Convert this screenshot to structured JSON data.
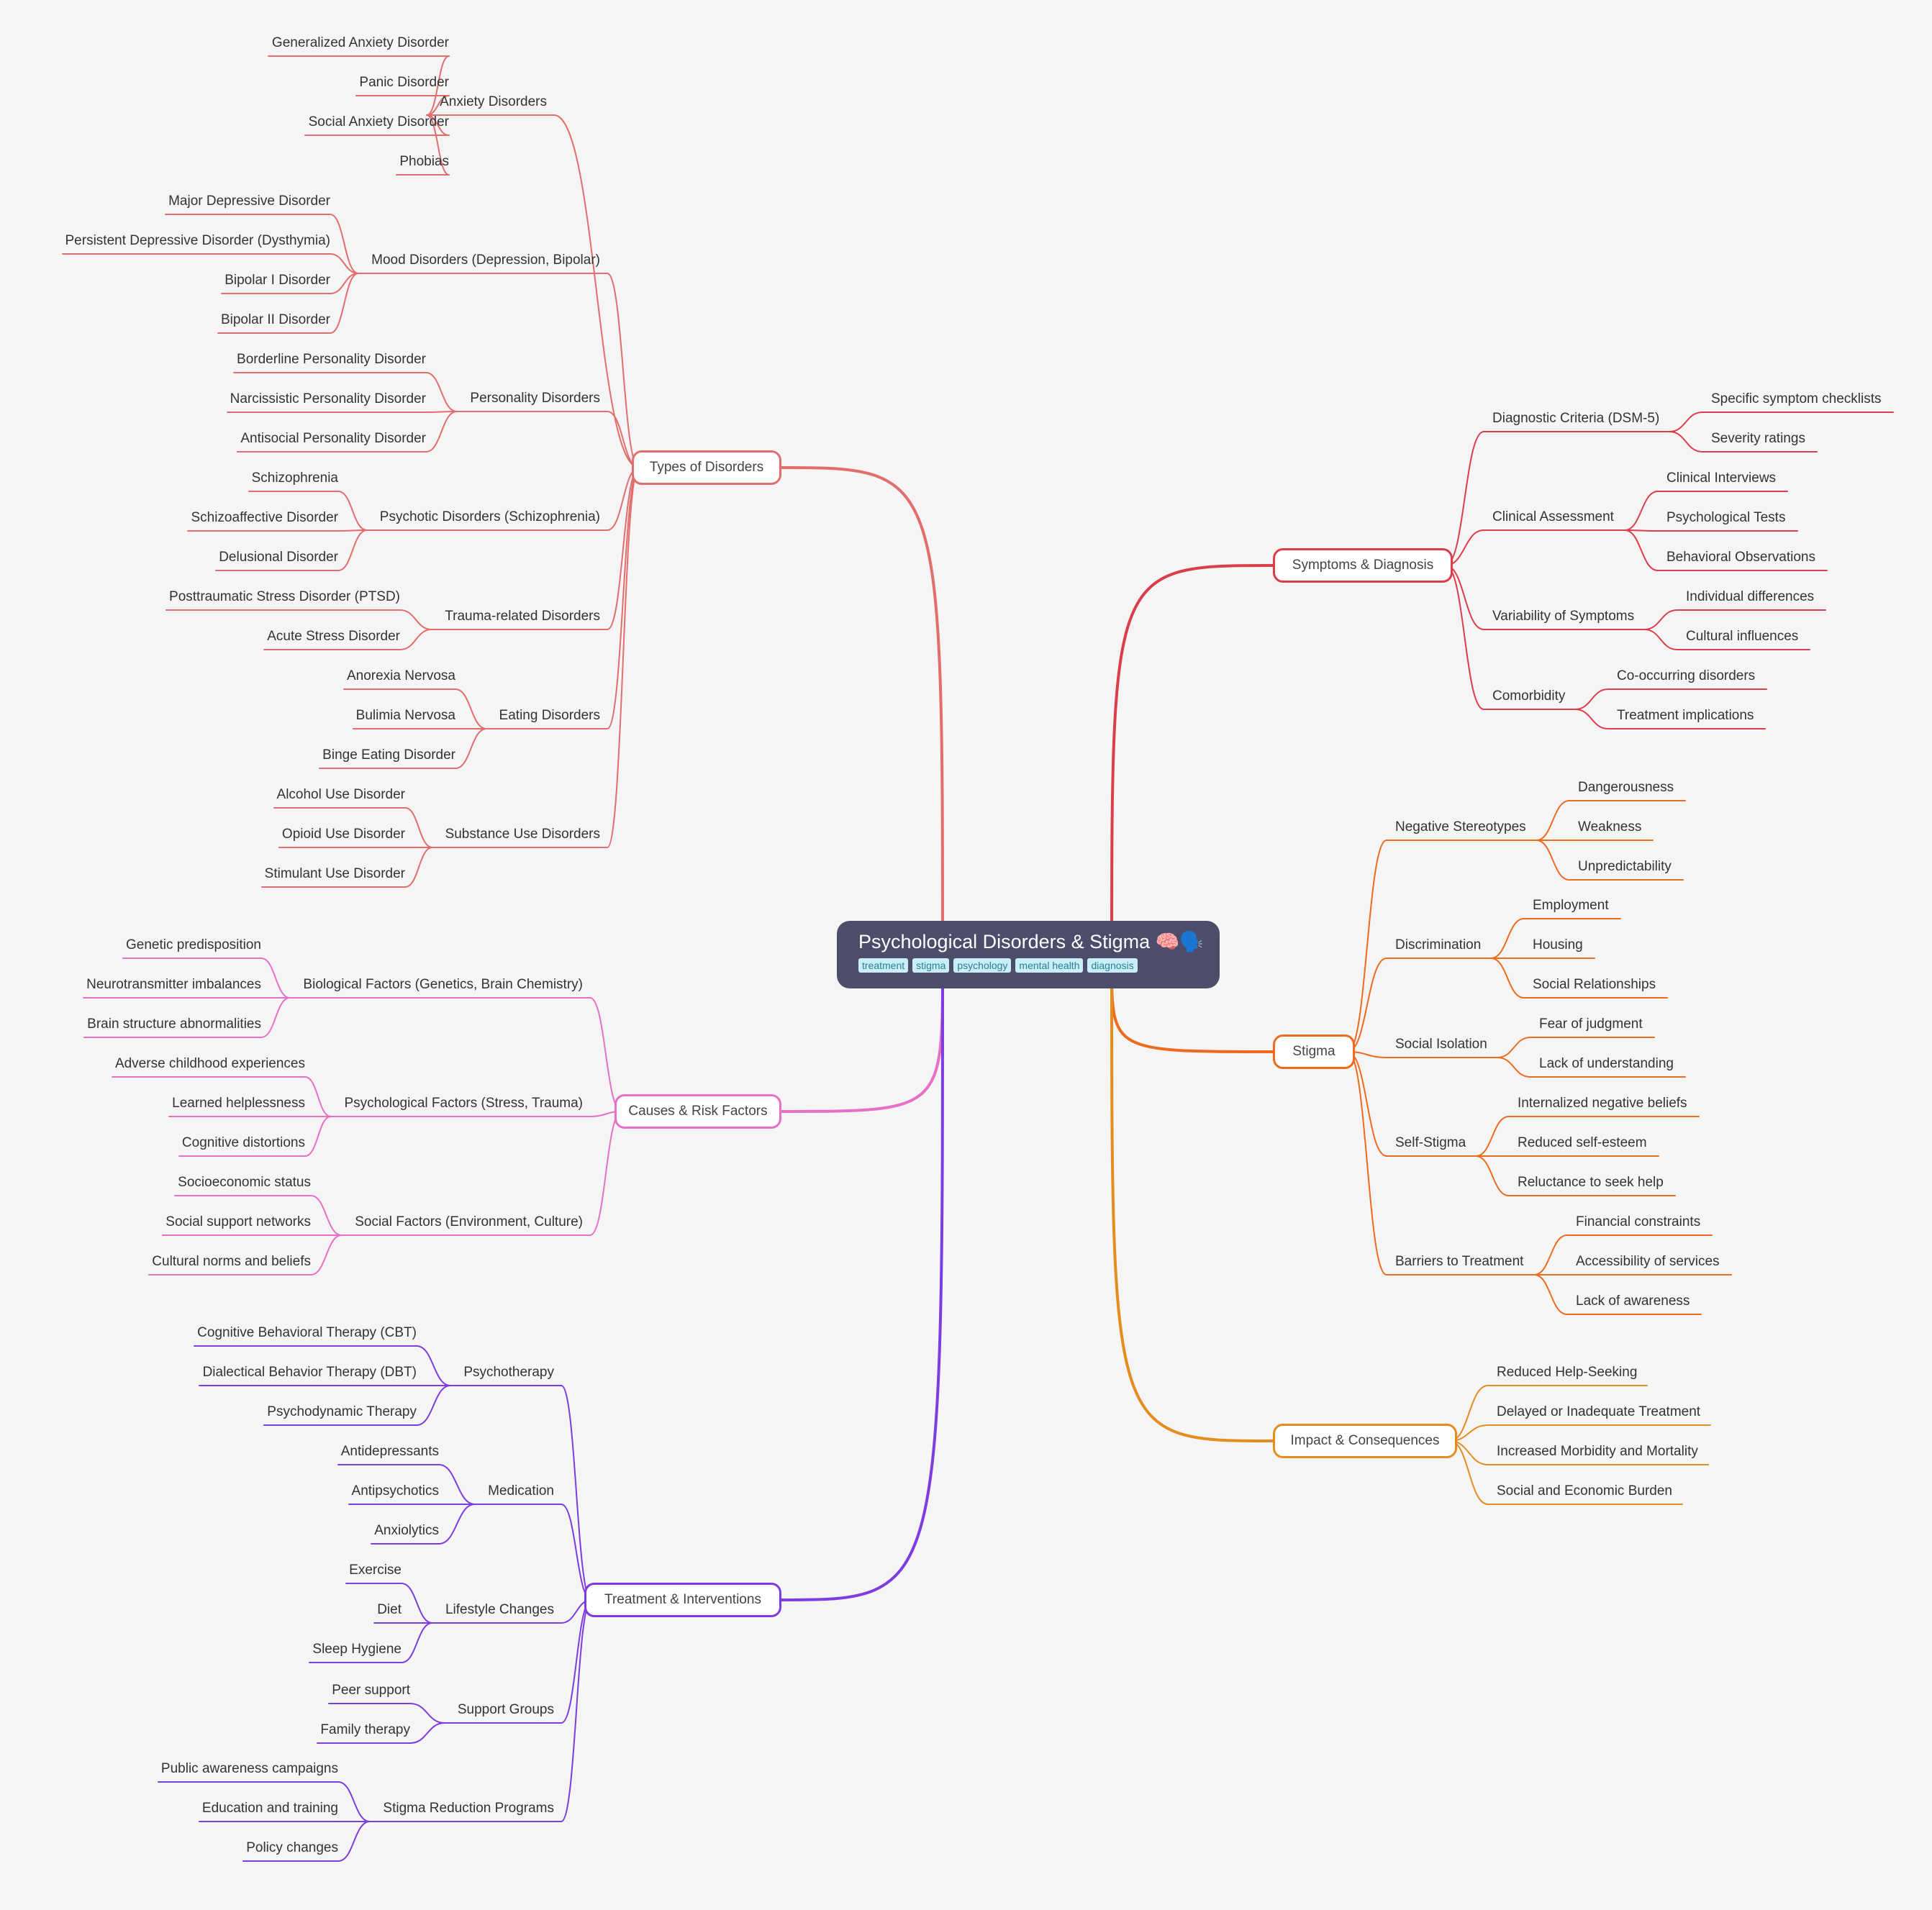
{
  "root": {
    "title": "Psychological Disorders & Stigma 🧠🗣️",
    "tags": [
      "treatment",
      "stigma",
      "psychology",
      "mental health",
      "diagnosis"
    ]
  },
  "branches": [
    {
      "label": "Types of Disorders",
      "color": "#e26d6d",
      "side": "left",
      "children": [
        {
          "label": "Anxiety Disorders",
          "children": [
            "Generalized Anxiety Disorder",
            "Panic Disorder",
            "Social Anxiety Disorder",
            "Phobias"
          ]
        },
        {
          "label": "Mood Disorders (Depression, Bipolar)",
          "children": [
            "Major Depressive Disorder",
            "Persistent Depressive Disorder (Dysthymia)",
            "Bipolar I Disorder",
            "Bipolar II Disorder"
          ]
        },
        {
          "label": "Personality Disorders",
          "children": [
            "Borderline Personality Disorder",
            "Narcissistic Personality Disorder",
            "Antisocial Personality Disorder"
          ]
        },
        {
          "label": "Psychotic Disorders (Schizophrenia)",
          "children": [
            "Schizophrenia",
            "Schizoaffective Disorder",
            "Delusional Disorder"
          ]
        },
        {
          "label": "Trauma-related Disorders",
          "children": [
            "Posttraumatic Stress Disorder (PTSD)",
            "Acute Stress Disorder"
          ]
        },
        {
          "label": "Eating Disorders",
          "children": [
            "Anorexia Nervosa",
            "Bulimia Nervosa",
            "Binge Eating Disorder"
          ]
        },
        {
          "label": "Substance Use Disorders",
          "children": [
            "Alcohol Use Disorder",
            "Opioid Use Disorder",
            "Stimulant Use Disorder"
          ]
        }
      ]
    },
    {
      "label": "Causes & Risk Factors",
      "color": "#e86fc8",
      "side": "left",
      "children": [
        {
          "label": "Biological Factors (Genetics, Brain Chemistry)",
          "children": [
            "Genetic predisposition",
            "Neurotransmitter imbalances",
            "Brain structure abnormalities"
          ]
        },
        {
          "label": "Psychological Factors (Stress, Trauma)",
          "children": [
            "Adverse childhood experiences",
            "Learned helplessness",
            "Cognitive distortions"
          ]
        },
        {
          "label": "Social Factors (Environment, Culture)",
          "children": [
            "Socioeconomic status",
            "Social support networks",
            "Cultural norms and beliefs"
          ]
        }
      ]
    },
    {
      "label": "Treatment & Interventions",
      "color": "#7d3ce0",
      "side": "left",
      "children": [
        {
          "label": "Psychotherapy",
          "children": [
            "Cognitive Behavioral Therapy (CBT)",
            "Dialectical Behavior Therapy (DBT)",
            "Psychodynamic Therapy"
          ]
        },
        {
          "label": "Medication",
          "children": [
            "Antidepressants",
            "Antipsychotics",
            "Anxiolytics"
          ]
        },
        {
          "label": "Lifestyle Changes",
          "children": [
            "Exercise",
            "Diet",
            "Sleep Hygiene"
          ]
        },
        {
          "label": "Support Groups",
          "children": [
            "Peer support",
            "Family therapy"
          ]
        },
        {
          "label": "Stigma Reduction Programs",
          "children": [
            "Public awareness campaigns",
            "Education and training",
            "Policy changes"
          ]
        }
      ]
    },
    {
      "label": "Symptoms & Diagnosis",
      "color": "#dc3d4b",
      "side": "right",
      "children": [
        {
          "label": "Diagnostic Criteria (DSM-5)",
          "children": [
            "Specific symptom checklists",
            "Severity ratings"
          ]
        },
        {
          "label": "Clinical Assessment",
          "children": [
            "Clinical Interviews",
            "Psychological Tests",
            "Behavioral Observations"
          ]
        },
        {
          "label": "Variability of Symptoms",
          "children": [
            "Individual differences",
            "Cultural influences"
          ]
        },
        {
          "label": "Comorbidity",
          "children": [
            "Co-occurring disorders",
            "Treatment implications"
          ]
        }
      ]
    },
    {
      "label": "Stigma",
      "color": "#ee6a1e",
      "side": "right",
      "children": [
        {
          "label": "Negative Stereotypes",
          "children": [
            "Dangerousness",
            "Weakness",
            "Unpredictability"
          ]
        },
        {
          "label": "Discrimination",
          "children": [
            "Employment",
            "Housing",
            "Social Relationships"
          ]
        },
        {
          "label": "Social Isolation",
          "children": [
            "Fear of judgment",
            "Lack of understanding"
          ]
        },
        {
          "label": "Self-Stigma",
          "children": [
            "Internalized negative beliefs",
            "Reduced self-esteem",
            "Reluctance to seek help"
          ]
        },
        {
          "label": "Barriers to Treatment",
          "children": [
            "Financial constraints",
            "Accessibility of services",
            "Lack of awareness"
          ]
        }
      ]
    },
    {
      "label": "Impact & Consequences",
      "color": "#e48d1e",
      "side": "right",
      "children": [
        {
          "label": "Reduced Help-Seeking",
          "children": []
        },
        {
          "label": "Delayed or Inadequate Treatment",
          "children": []
        },
        {
          "label": "Increased Morbidity and Mortality",
          "children": []
        },
        {
          "label": "Social and Economic Burden",
          "children": []
        }
      ]
    }
  ]
}
